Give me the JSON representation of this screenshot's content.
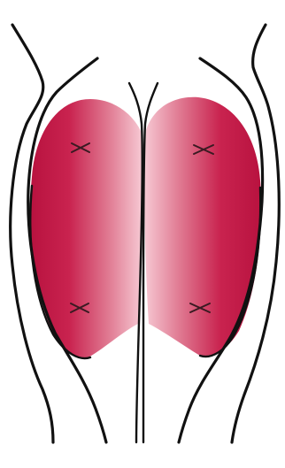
{
  "figure": {
    "regions": [
      {
        "name": "left-buttock-region",
        "fill_dark": "#c41a4b",
        "fill_light": "#f2b6c4"
      },
      {
        "name": "right-buttock-region",
        "fill_dark": "#c41a4b",
        "fill_light": "#f2b6c4"
      }
    ],
    "marker_glyph": "×",
    "marker_count": 4,
    "outline_color": "#111111"
  }
}
